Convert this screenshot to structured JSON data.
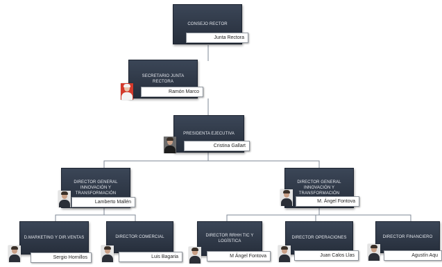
{
  "nodes": [
    {
      "id": "junta",
      "title": "CONSEJO RECTOR",
      "name": "Junta Rectora",
      "photo": ""
    },
    {
      "id": "secretario",
      "title": "SECRETARIO JUNTA RECTORA",
      "name": "Ramón Marco",
      "photo": "red"
    },
    {
      "id": "presidenta",
      "title": "PRESIDENTA EJECUTIVA",
      "name": "Cristina Gallart",
      "photo": "dark"
    },
    {
      "id": "dg_innov_left",
      "title": "DIRECTOR GENERAL INNOVACIÓN Y TRANSFORMACIÓN",
      "name": "Lamberto Mallén",
      "photo": "light"
    },
    {
      "id": "dg_innov_right",
      "title": "DIRECTOR GENERAL INNOVACIÓN Y TRANSFORMACIÓN",
      "name": "M. Ángel Fontova",
      "photo": "light"
    },
    {
      "id": "marketing",
      "title": "D.MARKETING Y DIR.VENTAS",
      "name": "Sergio Hornillos",
      "photo": "light"
    },
    {
      "id": "comercial",
      "title": "DIRECTOR COMERCIAL",
      "name": "Luis Bagaria",
      "photo": "light"
    },
    {
      "id": "rrhh",
      "title": "DIRECTOR RRHH TIC Y LOGÍSTICA",
      "name": "M Ángel Fontova",
      "photo": "light"
    },
    {
      "id": "operaciones",
      "title": "DIRECTOR OPERACIONES",
      "name": "Juan Calos Llas",
      "photo": "light"
    },
    {
      "id": "financiero",
      "title": "DIRECTOR FINANCIERO",
      "name": "Agustín Aqu",
      "photo": "light"
    }
  ]
}
